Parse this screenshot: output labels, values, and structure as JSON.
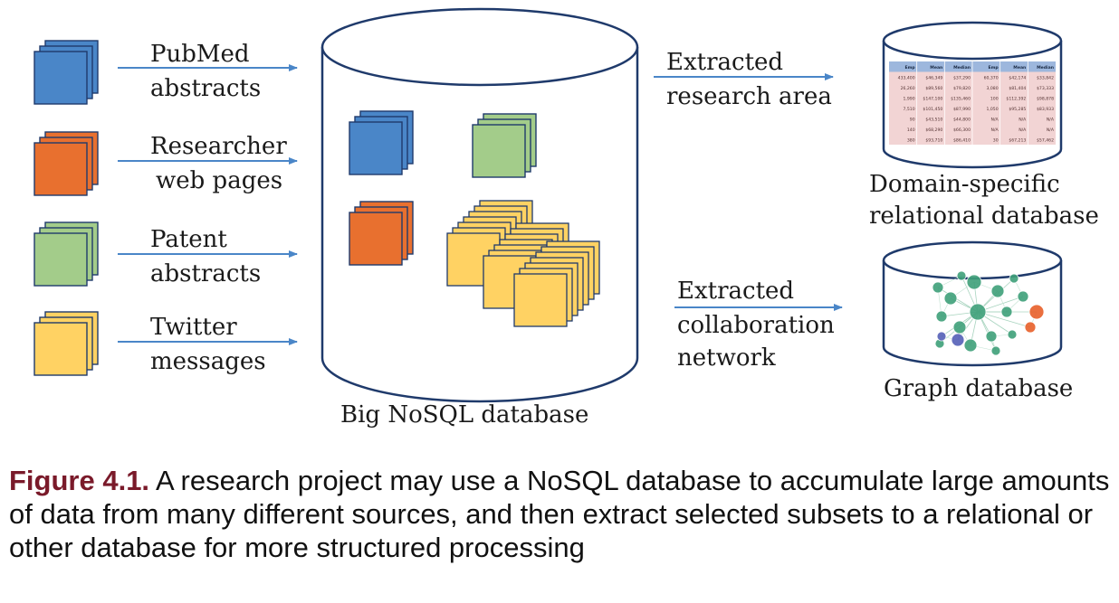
{
  "sources": [
    {
      "line1": "PubMed",
      "line2": "abstracts",
      "color": "#4a86c8"
    },
    {
      "line1": "Researcher",
      "line2": "web pages",
      "color": "#e8702f"
    },
    {
      "line1": "Patent",
      "line2": "abstracts",
      "color": "#a3cc8a"
    },
    {
      "line1": "Twitter",
      "line2": "messages",
      "color": "#ffd263"
    }
  ],
  "nosql": {
    "label": "Big NoSQL database"
  },
  "outputs": {
    "relational": {
      "arrow_line1": "Extracted",
      "arrow_line2": "research area",
      "db_line1": "Domain-specific",
      "db_line2": "relational database",
      "table": {
        "headers": [
          "Emp",
          "Mean",
          "Median",
          "Emp",
          "Mean",
          "Median"
        ],
        "rows": [
          [
            "433,400",
            "$46,349",
            "$37,290",
            "60,370",
            "$42,174",
            "$33,842"
          ],
          [
            "26,260",
            "$89,560",
            "$79,820",
            "3,080",
            "$81,404",
            "$73,333"
          ],
          [
            "1,990",
            "$147,100",
            "$135,460",
            "100",
            "$112,392",
            "$98,878"
          ],
          [
            "7,510",
            "$101,450",
            "$87,990",
            "1,050",
            "$95,285",
            "$83,933"
          ],
          [
            "90",
            "$43,510",
            "$44,800",
            "N/A",
            "N/A",
            "N/A"
          ],
          [
            "140",
            "$68,290",
            "$66,300",
            "N/A",
            "N/A",
            "N/A"
          ],
          [
            "380",
            "$93,710",
            "$86,410",
            "30",
            "$67,213",
            "$57,462"
          ]
        ]
      }
    },
    "graph": {
      "arrow_line1": "Extracted",
      "arrow_line2": "collaboration",
      "arrow_line3": "network",
      "db_label": "Graph database"
    }
  },
  "caption": {
    "figure_label": "Figure 4.1.",
    "text": " A research project may use a NoSQL database to accumulate large amounts of data from many different sources, and then extract selected subsets to a relational or other database for more structured processing"
  },
  "colors": {
    "arrow": "#4a86c8",
    "outline": "#1f3a6b",
    "table_header": "#9db7dd",
    "table_body": "#f2d4d4"
  }
}
